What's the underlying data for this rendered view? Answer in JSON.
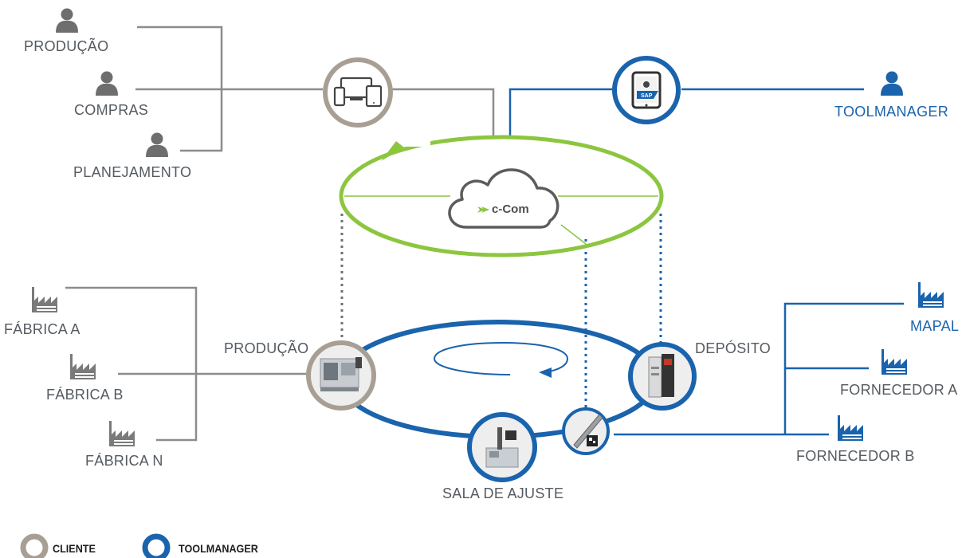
{
  "people": {
    "producao": "PRODUÇÃO",
    "compras": "COMPRAS",
    "planejamento": "PLANEJAMENTO",
    "toolmanager": "TOOLMANAGER"
  },
  "cloud": {
    "label": "c-Com"
  },
  "factories": {
    "a": "FÁBRICA A",
    "b": "FÁBRICA B",
    "n": "FÁBRICA N"
  },
  "stations": {
    "producao": "PRODUÇÃO",
    "deposito": "DEPÓSITO",
    "sala": "SALA DE AJUSTE"
  },
  "suppliers": {
    "mapal": "MAPAL",
    "a": "FORNECEDOR A",
    "b": "FORNECEDOR B"
  },
  "legend": {
    "cliente": "CLIENTE",
    "toolmanager": "TOOLMANAGER"
  },
  "icons": {
    "person": "person-icon",
    "factory": "factory-icon",
    "devices": "devices-icon",
    "tablet_sap": "tablet-sap-icon",
    "cloud": "cloud-icon"
  },
  "colors": {
    "gray": "#8c8c8c",
    "client_ring": "#a89f94",
    "blue": "#1a63ad",
    "green": "#8cc63f",
    "text_gray": "#555a60"
  }
}
